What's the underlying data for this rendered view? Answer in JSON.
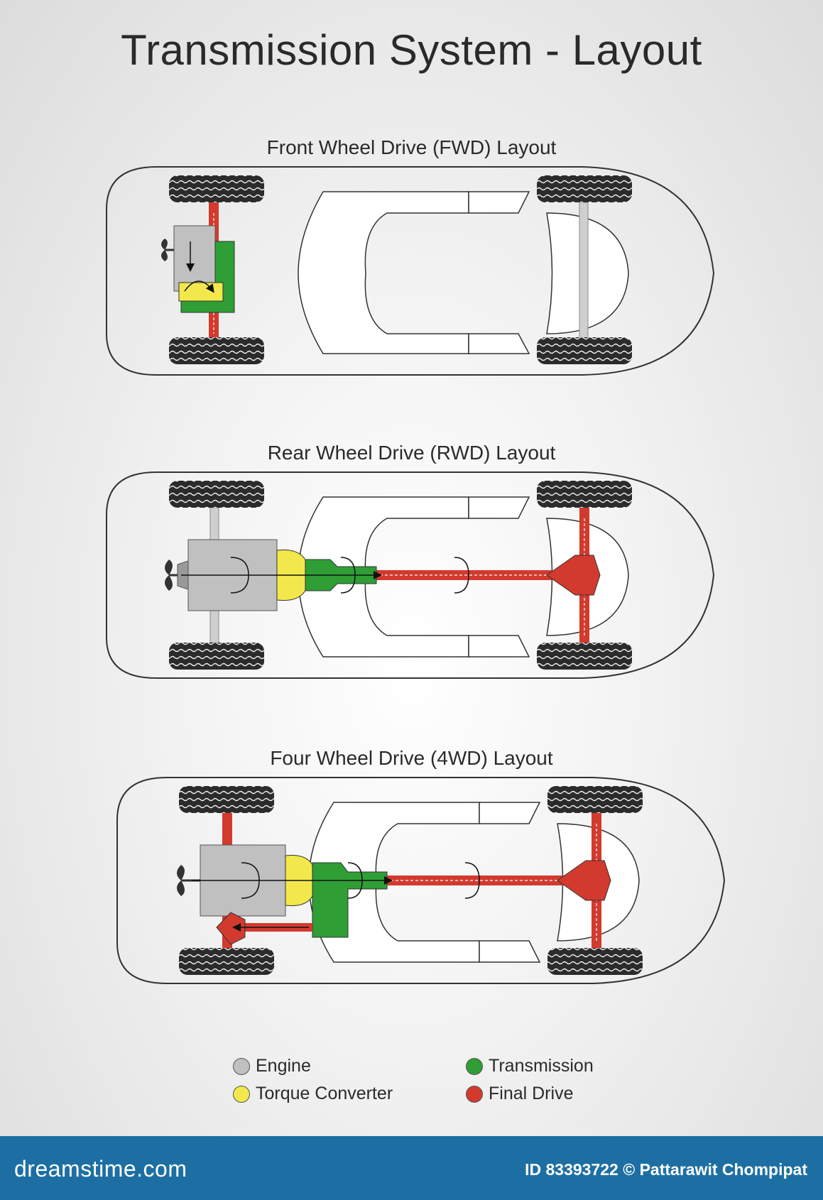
{
  "title": "Transmission System - Layout",
  "sections": {
    "fwd": "Front Wheel Drive (FWD) Layout",
    "rwd": "Rear Wheel Drive (RWD) Layout",
    "fourwd": "Four Wheel Drive (4WD) Layout"
  },
  "legend": [
    {
      "label": "Engine",
      "color": "#c0c0c0"
    },
    {
      "label": "Transmission",
      "color": "#2e9e35"
    },
    {
      "label": "Torque Converter",
      "color": "#f2e84b"
    },
    {
      "label": "Final Drive",
      "color": "#d23a2e"
    }
  ],
  "footer": {
    "brand": "dreamstime.com",
    "credit": "ID 83393722 © Pattarawit Chompipat"
  }
}
